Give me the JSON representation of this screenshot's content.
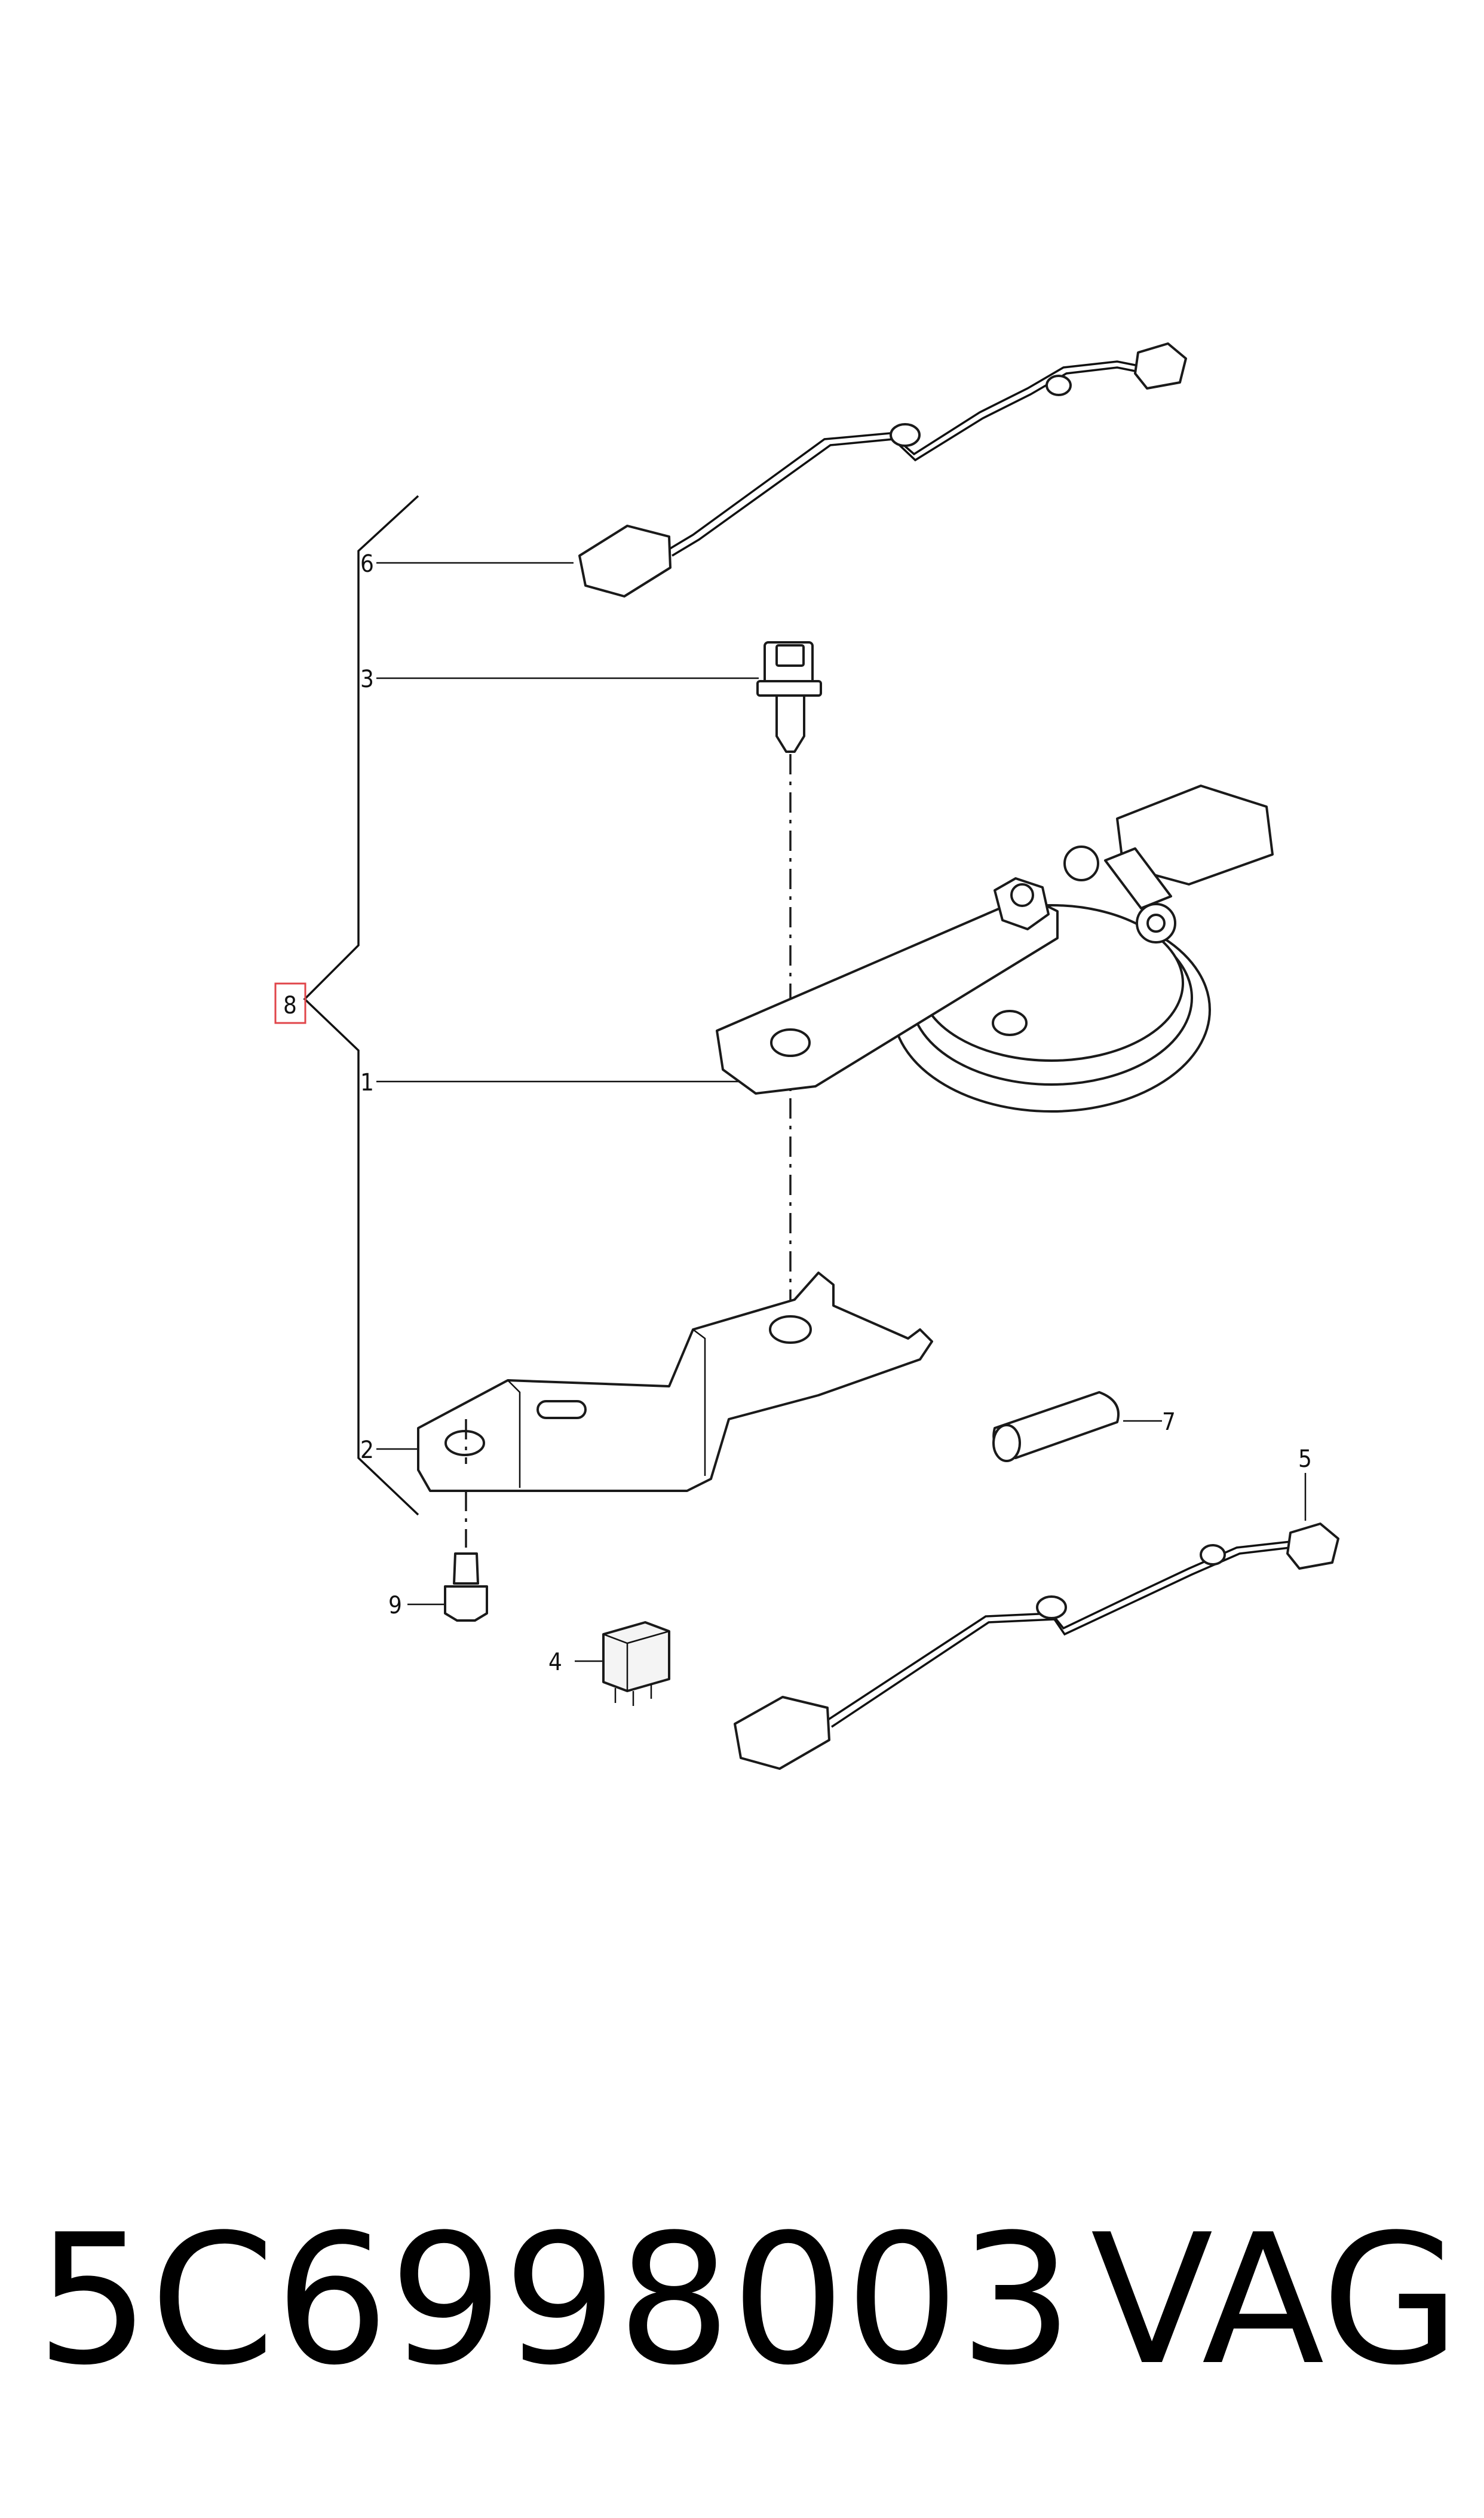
{
  "callouts": {
    "c1": "1",
    "c2": "2",
    "c3": "3",
    "c4": "4",
    "c5": "5",
    "c6": "6",
    "c7": "7",
    "c8": "8",
    "c9": "9"
  },
  "caption": {
    "part_number": "5C6998003",
    "brand": "VAG"
  },
  "colors": {
    "line": "#111111",
    "selection_box": "#e0454a",
    "background": "#ffffff"
  }
}
